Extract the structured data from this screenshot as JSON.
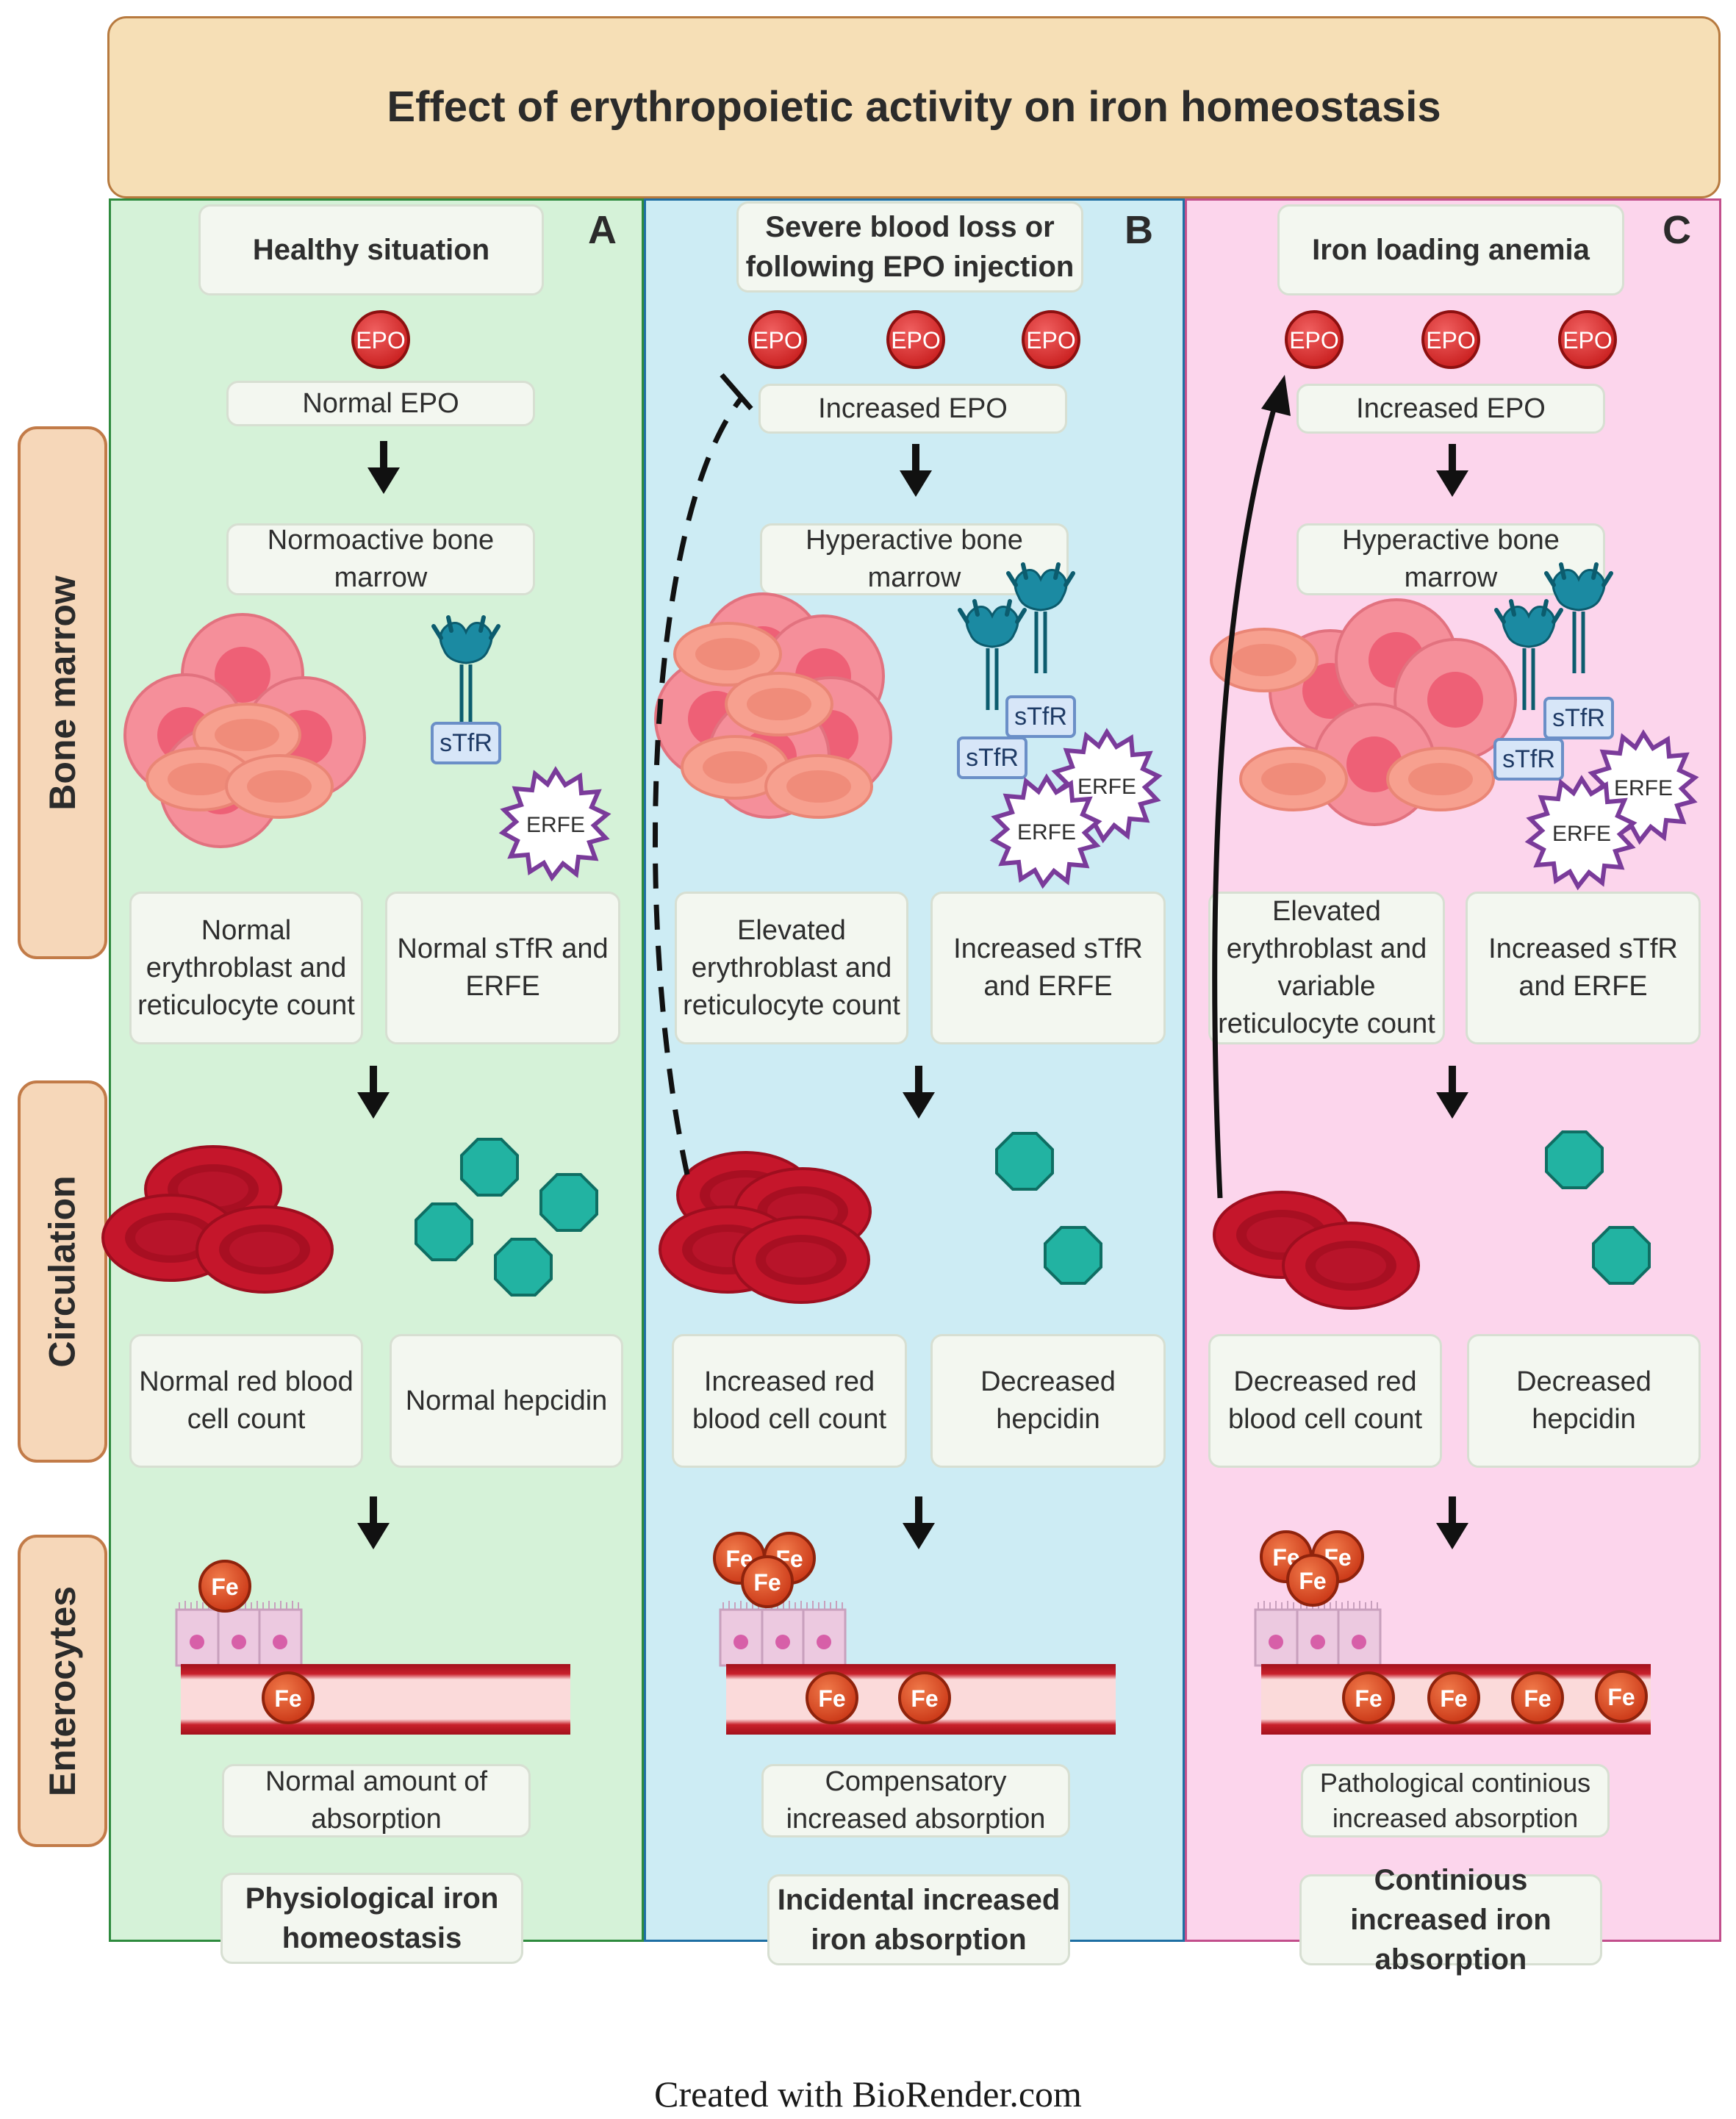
{
  "title": "Effect of erythropoietic activity on iron homeostasis",
  "side_labels": [
    "Bone marrow",
    "Circulation",
    "Enterocytes"
  ],
  "icon_labels": {
    "epo": "EPO",
    "stfr": "sTfR",
    "erfe": "ERFE",
    "fe": "Fe"
  },
  "panels": {
    "A": {
      "letter": "A",
      "header": "Healthy situation",
      "epo_status": "Normal EPO",
      "marrow": "Normoactive bone marrow",
      "cells": "Normal erythroblast and reticulocyte count",
      "markers": "Normal sTfR and ERFE",
      "rbc": "Normal red blood cell count",
      "hepcidin": "Normal hepcidin",
      "absorption": "Normal amount of absorption",
      "outcome": "Physiological iron homeostasis"
    },
    "B": {
      "letter": "B",
      "header": "Severe blood loss or following EPO injection",
      "epo_status": "Increased EPO",
      "marrow": "Hyperactive bone marrow",
      "cells": "Elevated erythroblast and reticulocyte count",
      "markers": "Increased sTfR and ERFE",
      "rbc": "Increased red blood cell count",
      "hepcidin": "Decreased hepcidin",
      "absorption": "Compensatory increased absorption",
      "outcome": "Incidental increased iron absorption"
    },
    "C": {
      "letter": "C",
      "header": "Iron loading anemia",
      "epo_status": "Increased EPO",
      "marrow": "Hyperactive bone marrow",
      "cells": "Elevated erythroblast and variable reticulocyte count",
      "markers": "Increased sTfR and ERFE",
      "rbc": "Decreased red blood cell count",
      "hepcidin": "Decreased hepcidin",
      "absorption": "Pathological continious increased absorption",
      "outcome": "Continious increased iron absorption"
    }
  },
  "colors": {
    "panel_a": "#d5f2d8",
    "panel_b": "#cdecf4",
    "panel_c": "#fcd5ec",
    "title_bg": "#f6dfb6",
    "epo_red": "#d42a2a",
    "hepcidin_teal": "#22b3a2",
    "erfe_purple": "#7a3b9a",
    "rbc_red": "#c8152a",
    "fe_orange": "#d8431f"
  },
  "credit": "Created with BioRender.com"
}
